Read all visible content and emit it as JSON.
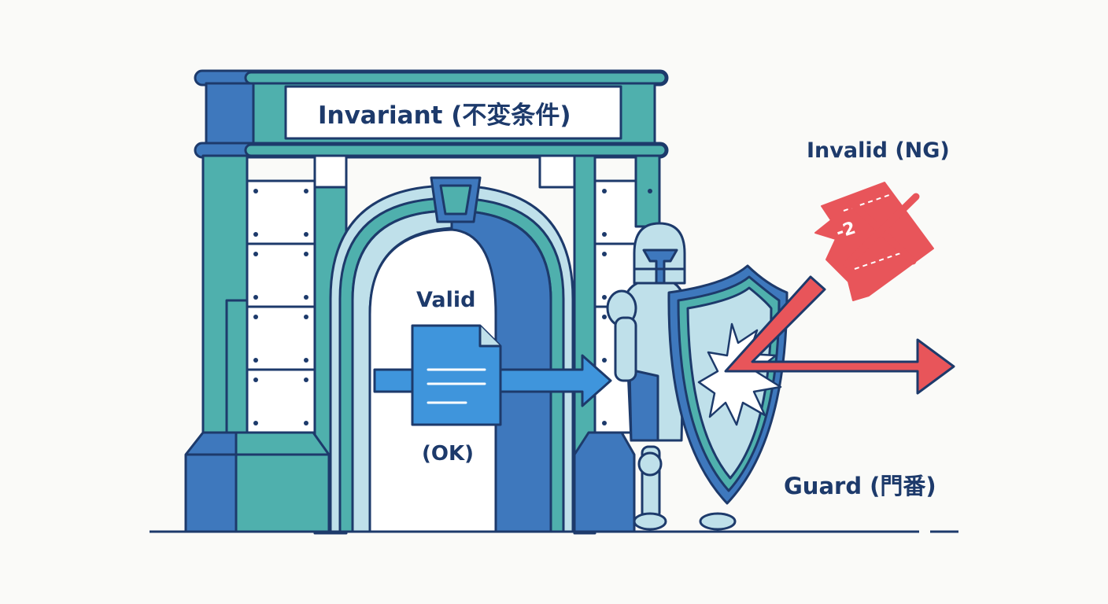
{
  "labels": {
    "gate_sign": "Invariant (不変条件)",
    "valid": "Valid",
    "valid_ok": "(OK)",
    "invalid": "Invalid (NG)",
    "guard": "Guard (門番)",
    "ticket_number": "-2"
  },
  "colors": {
    "navy": "#1d3a6b",
    "blue": "#3e78bd",
    "teal": "#4fb0ad",
    "light_blue": "#bfe0ea",
    "document_blue": "#3f95dc",
    "reject_red": "#e8555a",
    "background": "#fafaf8"
  },
  "icons": [
    "gate-icon",
    "document-icon",
    "knight-icon",
    "shield-icon",
    "ticket-icon",
    "x-mark-icon",
    "arrow-icon"
  ]
}
